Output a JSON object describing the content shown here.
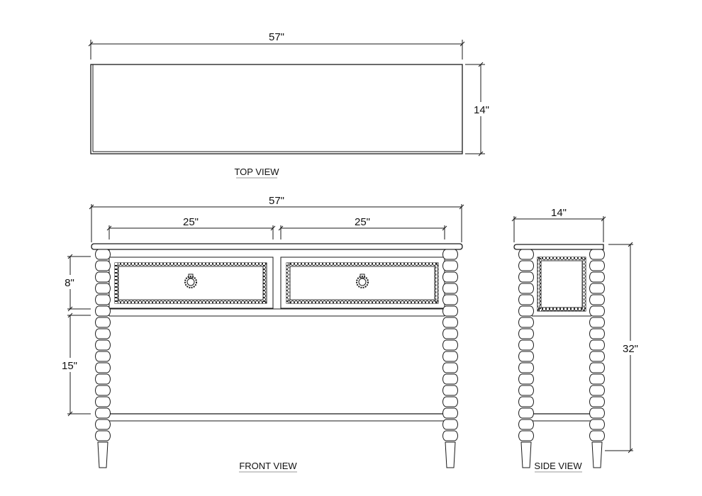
{
  "drawing": {
    "top_view": {
      "label": "TOP VIEW",
      "width_dim": "57\"",
      "depth_dim": "14\""
    },
    "front_view": {
      "label": "FRONT VIEW",
      "overall_width_dim": "57\"",
      "left_drawer_dim": "25\"",
      "right_drawer_dim": "25\"",
      "drawer_height_dim": "8\"",
      "shelf_clearance_dim": "15\""
    },
    "side_view": {
      "label": "SIDE VIEW",
      "depth_dim": "14\"",
      "height_dim": "32\""
    },
    "colors": {
      "line": "#1a1a1a",
      "background": "#ffffff"
    }
  }
}
